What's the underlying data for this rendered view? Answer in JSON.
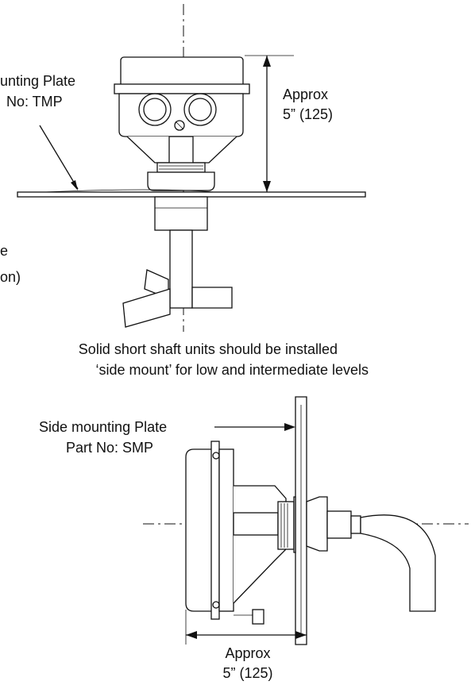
{
  "top_view": {
    "plate_label_line1": "unting Plate",
    "plate_label_line2": "No: TMP",
    "dimension_line1": "Approx",
    "dimension_line2": "5” (125)",
    "left_label_line1": "e",
    "left_label_line2": "on)"
  },
  "caption": {
    "line1": "Solid short shaft units should be installed",
    "line2": "‘side mount’ for low and intermediate levels"
  },
  "side_view": {
    "plate_label_line1": "Side mounting Plate",
    "plate_label_line2": "Part No: SMP",
    "dimension_line1": "Approx",
    "dimension_line2": "5” (125)"
  }
}
